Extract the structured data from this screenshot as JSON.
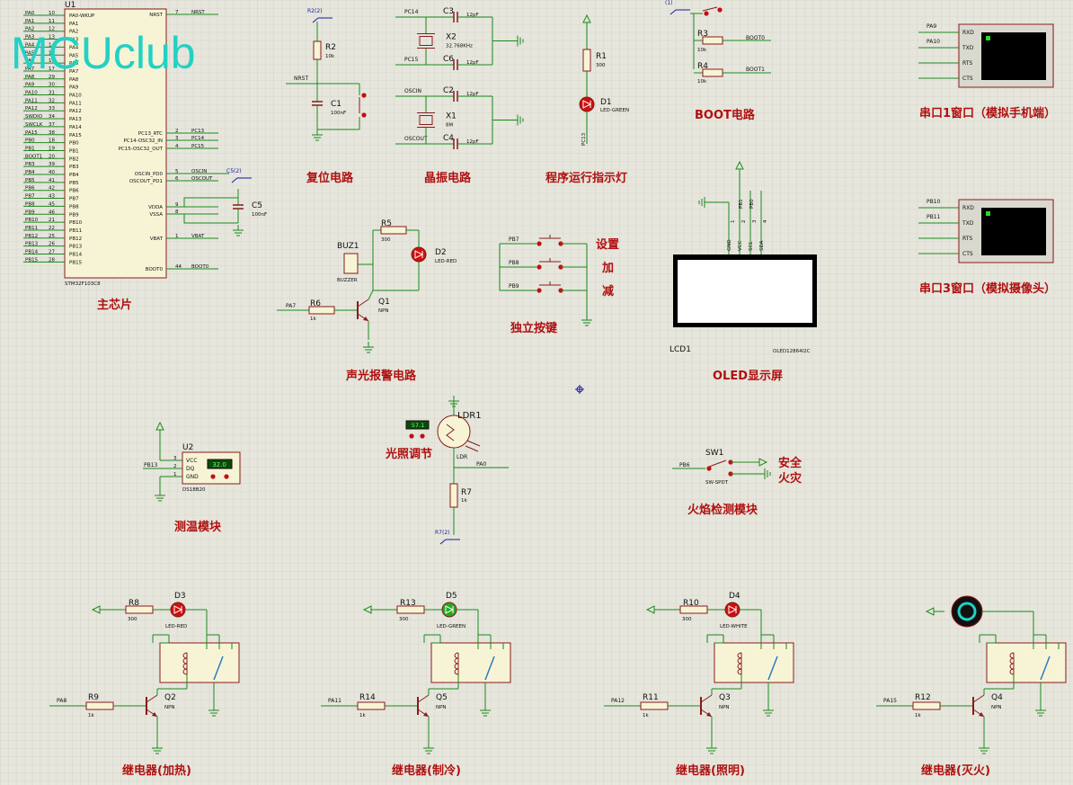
{
  "watermark": "MCUclub",
  "colors": {
    "background": "#e6e6dd",
    "grid": "#c9c9bd",
    "wire": "#1a8a1a",
    "body": "#8a1a1a",
    "fill": "#f7f4d6",
    "title": "#b01010",
    "text": "#111111",
    "probe": "#1a1aa0",
    "watermark": "#23d1c4"
  },
  "mcu": {
    "ref": "U1",
    "part": "STM32F103C8",
    "left_pins": [
      [
        "PA0",
        "10",
        "PA0-WKUP"
      ],
      [
        "PA1",
        "11",
        "PA1"
      ],
      [
        "PA2",
        "12",
        "PA2"
      ],
      [
        "PA3",
        "13",
        "PA3"
      ],
      [
        "PA4",
        "14",
        "PA4"
      ],
      [
        "PA5",
        "15",
        "PA5"
      ],
      [
        "PA6",
        "16",
        "PA6"
      ],
      [
        "PA7",
        "17",
        "PA7"
      ],
      [
        "PA8",
        "29",
        "PA8"
      ],
      [
        "PA9",
        "30",
        "PA9"
      ],
      [
        "PA10",
        "31",
        "PA10"
      ],
      [
        "PA11",
        "32",
        "PA11"
      ],
      [
        "PA12",
        "33",
        "PA12"
      ],
      [
        "SWDIO",
        "34",
        "PA13"
      ],
      [
        "SWCLK",
        "37",
        "PA14"
      ],
      [
        "PA15",
        "38",
        "PA15"
      ],
      [
        "PB0",
        "18",
        "PB0"
      ],
      [
        "PB1",
        "19",
        "PB1"
      ],
      [
        "BOOT1",
        "20",
        "PB2"
      ],
      [
        "PB3",
        "39",
        "PB3"
      ],
      [
        "PB4",
        "40",
        "PB4"
      ],
      [
        "PB5",
        "41",
        "PB5"
      ],
      [
        "PB6",
        "42",
        "PB6"
      ],
      [
        "PB7",
        "43",
        "PB7"
      ],
      [
        "PB8",
        "45",
        "PB8"
      ],
      [
        "PB9",
        "46",
        "PB9"
      ],
      [
        "PB10",
        "21",
        "PB10"
      ],
      [
        "PB11",
        "22",
        "PB11"
      ],
      [
        "PB12",
        "25",
        "PB12"
      ],
      [
        "PB13",
        "26",
        "PB13"
      ],
      [
        "PB14",
        "27",
        "PB14"
      ],
      [
        "PB15",
        "28",
        "PB15"
      ]
    ],
    "right_pins": [
      [
        "NRST",
        "7",
        "NRST"
      ],
      [
        "PC13_RTC",
        "2",
        "PC13"
      ],
      [
        "PC14-OSC32_IN",
        "3",
        "PC14"
      ],
      [
        "PC15-OSC32_OUT",
        "4",
        "PC15"
      ],
      [
        "OSCIN_PD0",
        "5",
        "OSCIN"
      ],
      [
        "OSCOUT_PD1",
        "6",
        "OSCOUT"
      ],
      [
        "VDDA",
        "9",
        ""
      ],
      [
        "VSSA",
        "8",
        ""
      ],
      [
        "VBAT",
        "1",
        "VBAT"
      ],
      [
        "BOOT0",
        "44",
        "BOOT0"
      ]
    ]
  },
  "titles": [
    "主芯片",
    "复位电路",
    "晶振电路",
    "程序运行指示灯",
    "BOOT电路",
    "串口1窗口（模拟手机端）",
    "串口3窗口（模拟摄像头）",
    "声光报警电路",
    "独立按键",
    "OLED显示屏",
    "测温模块",
    "光照调节",
    "火焰检测模块",
    "继电器(加热)",
    "继电器(制冷)",
    "继电器(照明)",
    "继电器(灭火)"
  ],
  "key_labels": [
    "设置",
    "加",
    "减"
  ],
  "flame_labels": [
    "安全",
    "火灾"
  ],
  "reset": {
    "r": [
      "R2",
      "10k"
    ],
    "c": [
      "C1",
      "100nF"
    ],
    "probe": "R2(2)",
    "net": "NRST"
  },
  "crystal": {
    "c3": [
      "C3",
      "12pF"
    ],
    "c6": [
      "C6",
      "12pF"
    ],
    "c2": [
      "C2",
      "12pF"
    ],
    "c4": [
      "C4",
      "12pF"
    ],
    "x2": [
      "X2",
      "32.768KHz"
    ],
    "x1": [
      "X1",
      "8M"
    ],
    "nets": [
      "PC14",
      "PC15",
      "OSCIN",
      "OSCOUT"
    ]
  },
  "decouple": {
    "ref": "C5",
    "value": "100nF",
    "probe": "C5(2)"
  },
  "run_led": {
    "r": [
      "R1",
      "300"
    ],
    "d": [
      "D1",
      "LED-GREEN"
    ],
    "net": "PC13"
  },
  "boot": {
    "r3": [
      "R3",
      "10k"
    ],
    "r4": [
      "R4",
      "10k"
    ],
    "nets": [
      "BOOT0",
      "BOOT1"
    ],
    "probe": "(1)"
  },
  "uart1": {
    "pins": [
      "RXD",
      "TXD",
      "RTS",
      "CTS"
    ],
    "nets": [
      "PA9",
      "PA10"
    ]
  },
  "uart3": {
    "pins": [
      "RXD",
      "TXD",
      "RTS",
      "CTS"
    ],
    "nets": [
      "PB10",
      "PB11"
    ]
  },
  "alarm": {
    "r5": [
      "R5",
      "300"
    ],
    "d2": [
      "D2",
      "LED-RED"
    ],
    "buz": [
      "BUZ1",
      "BUZZER"
    ],
    "r6": [
      "R6",
      "1k"
    ],
    "q1": [
      "Q1",
      "NPN"
    ],
    "net": "PA7"
  },
  "keys": {
    "nets": [
      "PB7",
      "PB8",
      "PB9"
    ]
  },
  "oled": {
    "ref": "LCD1",
    "part": "OLED12864I2C",
    "pins": [
      "GND",
      "VCC",
      "SCL",
      "SDA"
    ],
    "nums": [
      "1",
      "2",
      "3",
      "4"
    ],
    "top_nets": [
      "PB1",
      "PB0"
    ]
  },
  "ds18b20": {
    "ref": "U2",
    "part": "DS18B20",
    "pins": [
      "VCC",
      "DQ",
      "GND"
    ],
    "nums": [
      "3",
      "2",
      "1"
    ],
    "reading": "32.0",
    "net": "PB13"
  },
  "light": {
    "ref": "LDR1",
    "part": "LDR",
    "value": "57.1",
    "r7": [
      "R7",
      "1k"
    ],
    "probe": "R7(2)",
    "net": "PA0"
  },
  "flame": {
    "ref": "SW1",
    "part": "SW-SPDT",
    "net": "PB6"
  },
  "relays": [
    {
      "r_led": [
        "R8",
        "300"
      ],
      "d": [
        "D3",
        "LED-RED"
      ],
      "r_base": [
        "R9",
        "1k"
      ],
      "q": [
        "Q2",
        "NPN"
      ],
      "net": "PA8"
    },
    {
      "r_led": [
        "R13",
        "300"
      ],
      "d": [
        "D5",
        "LED-GREEN"
      ],
      "r_base": [
        "R14",
        "1k"
      ],
      "q": [
        "Q5",
        "NPN"
      ],
      "net": "PA11"
    },
    {
      "r_led": [
        "R10",
        "300"
      ],
      "d": [
        "D4",
        "LED-WHITE"
      ],
      "r_base": [
        "R11",
        "1k"
      ],
      "q": [
        "Q3",
        "NPN"
      ],
      "net": "PA12"
    },
    {
      "r_led": [],
      "d": [],
      "r_base": [
        "R12",
        "1k"
      ],
      "q": [
        "Q4",
        "NPN"
      ],
      "net": "PA15"
    }
  ]
}
